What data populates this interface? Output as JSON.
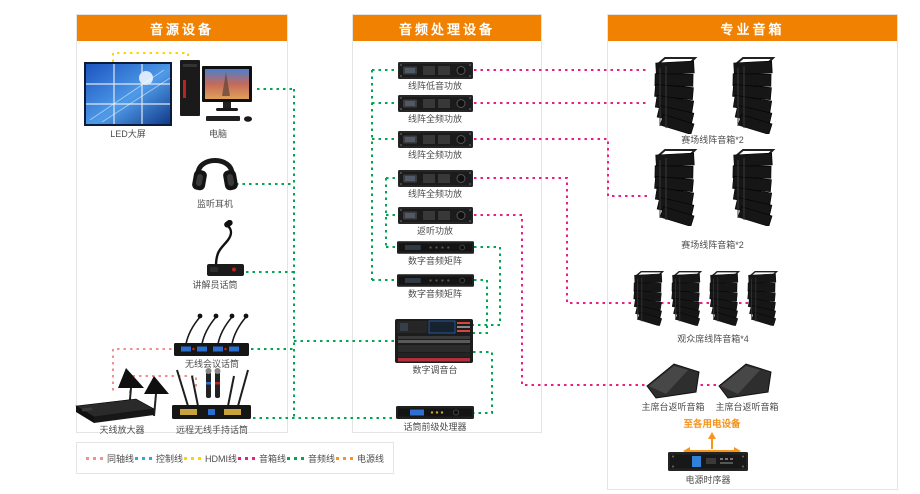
{
  "colors": {
    "header": "#F18101",
    "coax": "#F2918C",
    "control": "#29ABE2",
    "hdmi": "#FFD400",
    "speaker": "#EE1D84",
    "audio": "#00A651",
    "power": "#F7941D"
  },
  "panels": {
    "sources": {
      "title": "音源设备",
      "items": {
        "led_wall": "LED大屏",
        "computer": "电脑",
        "headphones": "监听耳机",
        "announcer_mic": "讲解员话筒",
        "wireless_conference_mic": "无线会议话筒",
        "antenna_amplifier": "天线放大器",
        "remote_handheld_mic": "远程无线手持话筒"
      }
    },
    "processing": {
      "title": "音频处理设备",
      "items": [
        "线阵低音功放",
        "线阵全频功放",
        "线阵全频功放",
        "线阵全频功放",
        "返听功放",
        "数字音频矩阵",
        "数字音频矩阵",
        "数字调音台",
        "话筒前级处理器"
      ]
    },
    "speakers": {
      "title": "专业音箱",
      "groups": [
        "赛场线阵音箱*2",
        "赛场线阵音箱*2",
        "观众席线阵音箱*4"
      ],
      "monitor_left": "主席台返听音箱",
      "monitor_right": "主席台返听音箱",
      "power_note": "至各用电设备",
      "sequencer": "电源时序器"
    }
  },
  "legend": {
    "items": [
      {
        "label": "同轴线",
        "color": "#F2918C"
      },
      {
        "label": "控制线",
        "color": "#29ABE2"
      },
      {
        "label": "HDMI线",
        "color": "#FFD400"
      },
      {
        "label": "音箱线",
        "color": "#EE1D84"
      },
      {
        "label": "音频线",
        "color": "#00A651"
      },
      {
        "label": "电源线",
        "color": "#F7941D"
      }
    ]
  }
}
